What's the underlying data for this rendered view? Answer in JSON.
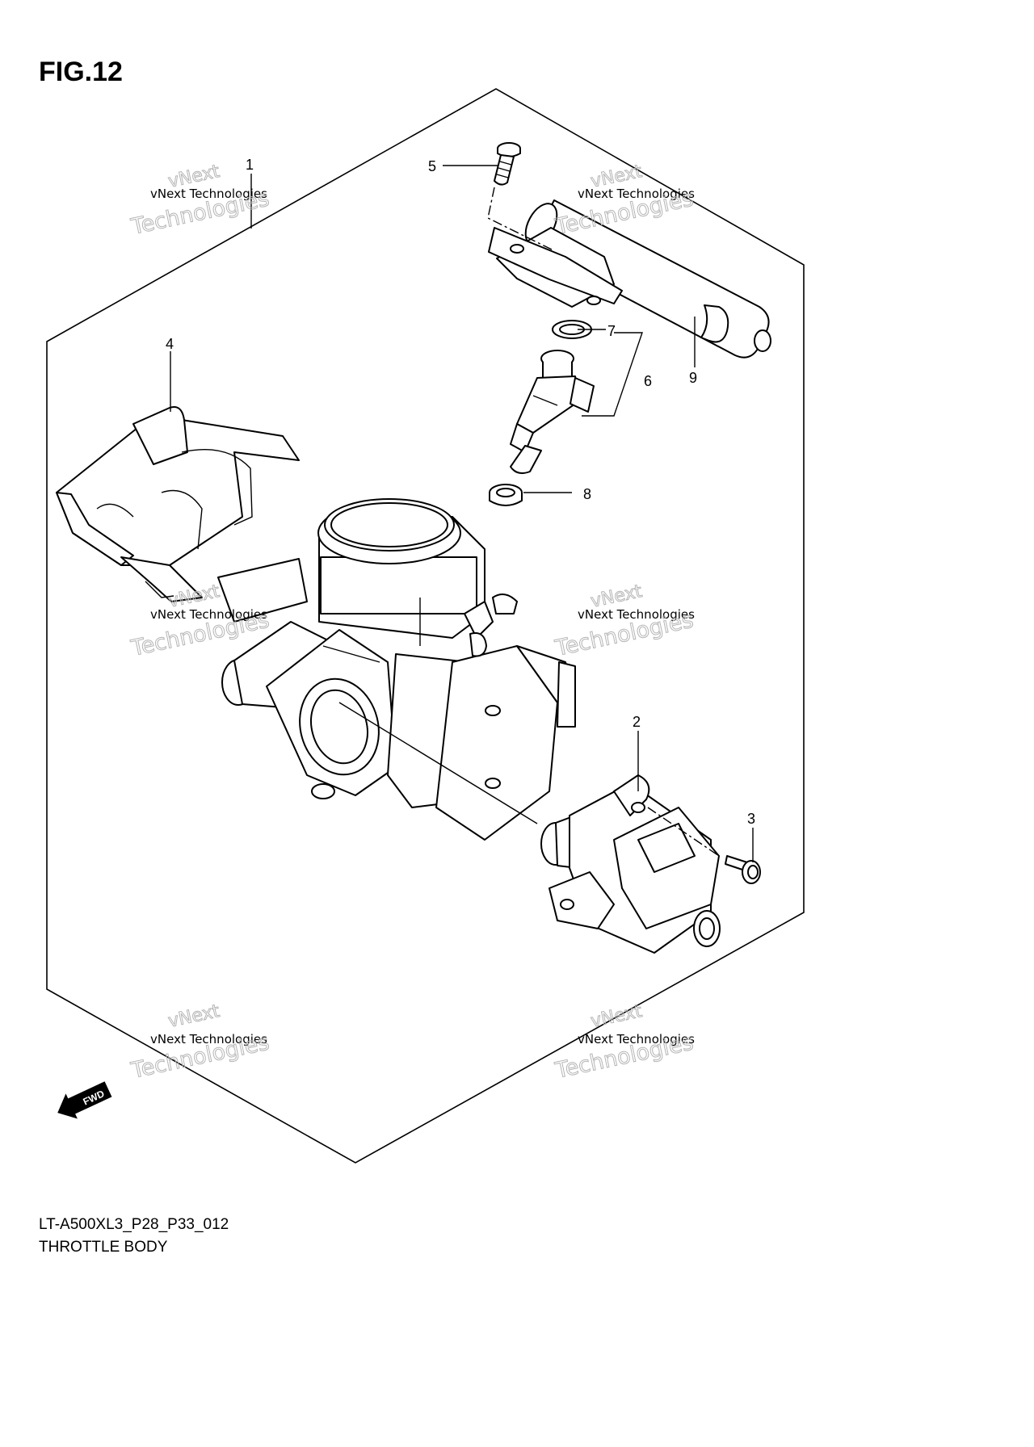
{
  "figure": {
    "title": "FIG.12",
    "model_code": "LT-A500XL3_P28_P33_012",
    "name": "THROTTLE BODY"
  },
  "callouts": [
    "1",
    "2",
    "3",
    "4",
    "5",
    "6",
    "7",
    "8",
    "9"
  ],
  "watermark": {
    "brand": "vNext",
    "company": "vNext Technologies",
    "word": "Technologies"
  },
  "fwd_label": "FWD"
}
